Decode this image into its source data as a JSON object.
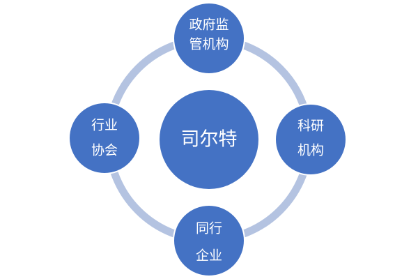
{
  "colors": {
    "node_fill": "#4472c4",
    "node_stroke": "#ffffff",
    "ring": "#b4c3e1"
  },
  "center": {
    "label": "司尔特"
  },
  "nodes": {
    "top": {
      "line1": "政府监",
      "line2": "管机构"
    },
    "right": {
      "line1": "科研",
      "line2": "机构"
    },
    "bottom": {
      "line1": "同行",
      "line2": "企业"
    },
    "left": {
      "line1": "行业",
      "line2": "协会"
    }
  }
}
